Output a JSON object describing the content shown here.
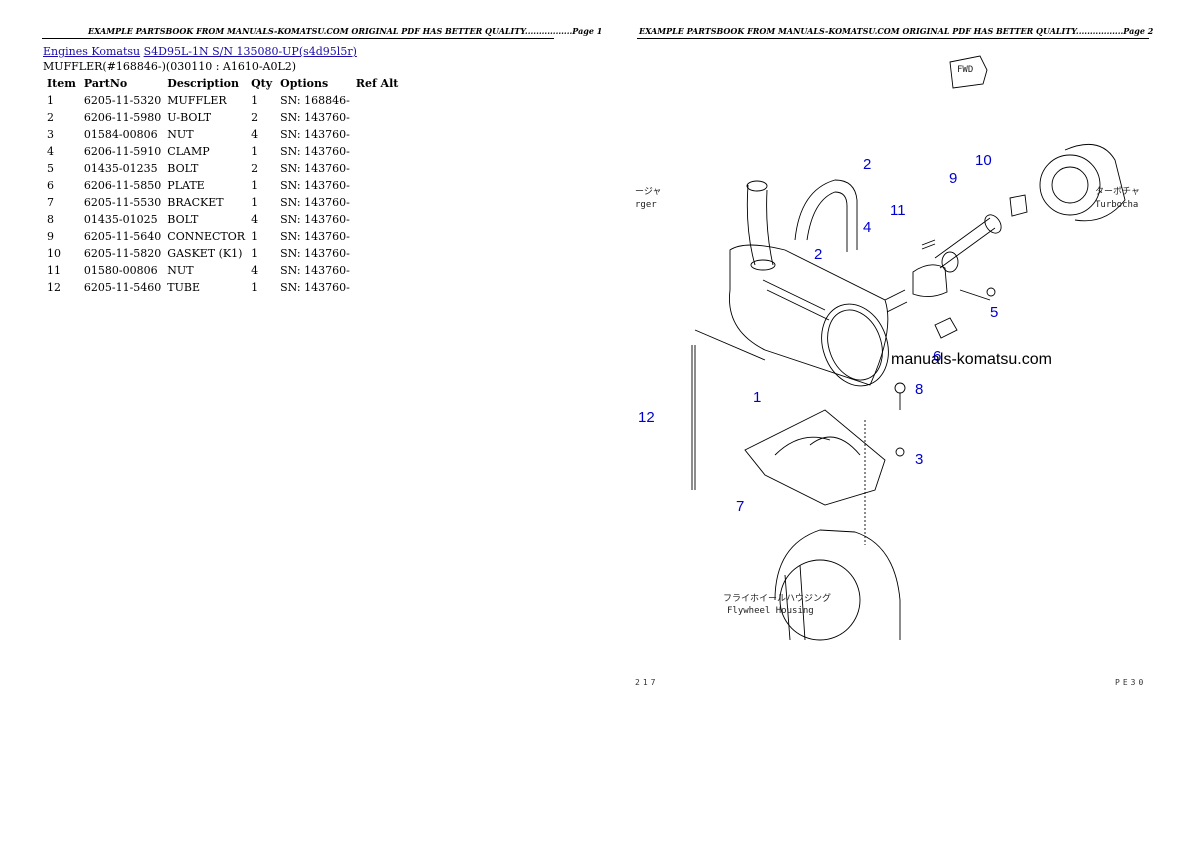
{
  "page1": {
    "header": "EXAMPLE PARTSBOOK FROM MANUALS-KOMATSU.COM ORIGINAL PDF HAS BETTER QUALITY.................Page 1",
    "breadcrumb": {
      "link1": "Engines Komatsu",
      "link2": "S4D95L-1N S/N 135080-UP(s4d95l5r)"
    },
    "subtitle": "MUFFLER(#168846-)(030110 : A1610-A0L2)",
    "table": {
      "headers": [
        "Item",
        "PartNo",
        "Description",
        "Qty",
        "Options",
        "Ref Alt"
      ],
      "rows": [
        [
          "1",
          "6205-11-5320",
          "MUFFLER",
          "1",
          "SN: 168846-",
          ""
        ],
        [
          "2",
          "6206-11-5980",
          "U-BOLT",
          "2",
          "SN: 143760-",
          ""
        ],
        [
          "3",
          "01584-00806",
          "NUT",
          "4",
          "SN: 143760-",
          ""
        ],
        [
          "4",
          "6206-11-5910",
          "CLAMP",
          "1",
          "SN: 143760-",
          ""
        ],
        [
          "5",
          "01435-01235",
          "BOLT",
          "2",
          "SN: 143760-",
          ""
        ],
        [
          "6",
          "6206-11-5850",
          "PLATE",
          "1",
          "SN: 143760-",
          ""
        ],
        [
          "7",
          "6205-11-5530",
          "BRACKET",
          "1",
          "SN: 143760-",
          ""
        ],
        [
          "8",
          "01435-01025",
          "BOLT",
          "4",
          "SN: 143760-",
          ""
        ],
        [
          "9",
          "6205-11-5640",
          "CONNECTOR",
          "1",
          "SN: 143760-",
          ""
        ],
        [
          "10",
          "6205-11-5820",
          "GASKET (K1)",
          "1",
          "SN: 143760-",
          ""
        ],
        [
          "11",
          "01580-00806",
          "NUT",
          "4",
          "SN: 143760-",
          ""
        ],
        [
          "12",
          "6205-11-5460",
          "TUBE",
          "1",
          "SN: 143760-",
          ""
        ]
      ]
    }
  },
  "page2": {
    "header": "EXAMPLE PARTSBOOK FROM MANUALS-KOMATSU.COM ORIGINAL PDF HAS BETTER QUALITY.................Page 2",
    "watermark": "manuals-komatsu.com",
    "labels": {
      "fwd": "FWD",
      "turbo_jp": "ターボチャ",
      "turbo_en": "Turbocha",
      "left_jp": "ージャ",
      "left_en": "rger",
      "flywheel_jp": "フライホイールハウジング",
      "flywheel_en": "Flywheel Housing",
      "bottom_left": "217",
      "bottom_right": "PE30"
    },
    "callouts": [
      "1",
      "2",
      "2",
      "3",
      "4",
      "5",
      "6",
      "7",
      "8",
      "9",
      "10",
      "11",
      "12"
    ],
    "callout_color": "#0000cc"
  }
}
